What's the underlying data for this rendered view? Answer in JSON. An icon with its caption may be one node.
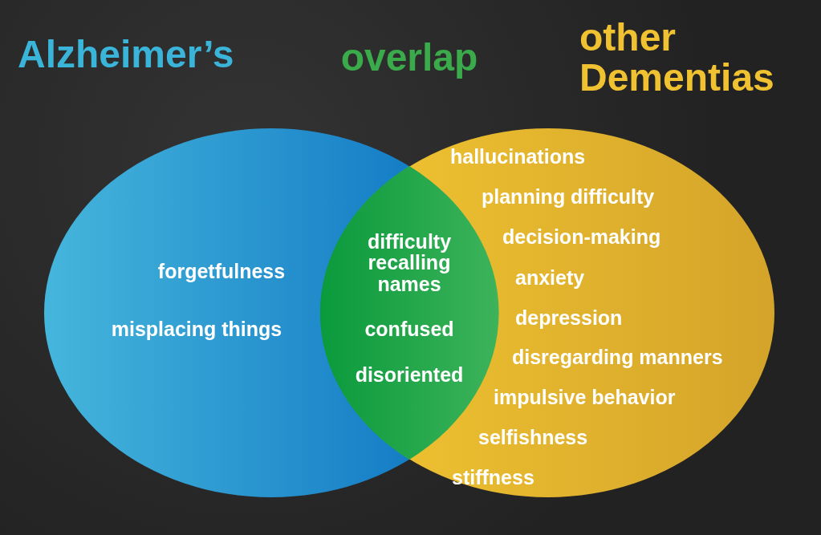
{
  "diagram": {
    "nodes": [
      {
        "text": [
          "Alzheimer’s",
          "forgetfulness",
          "misplacing things"
        ]
      },
      {
        "text": [
          "other Dementias",
          "hallucinations",
          "planning difficulty",
          "decision-making",
          "anxiety",
          "depression",
          "disregarding manners",
          "impulsive behavior",
          "selfishness",
          "stiffness"
        ]
      },
      {
        "text": [
          "overlap",
          "difficulty recalling names",
          "confused",
          "disoriented"
        ]
      }
    ]
  }
}
